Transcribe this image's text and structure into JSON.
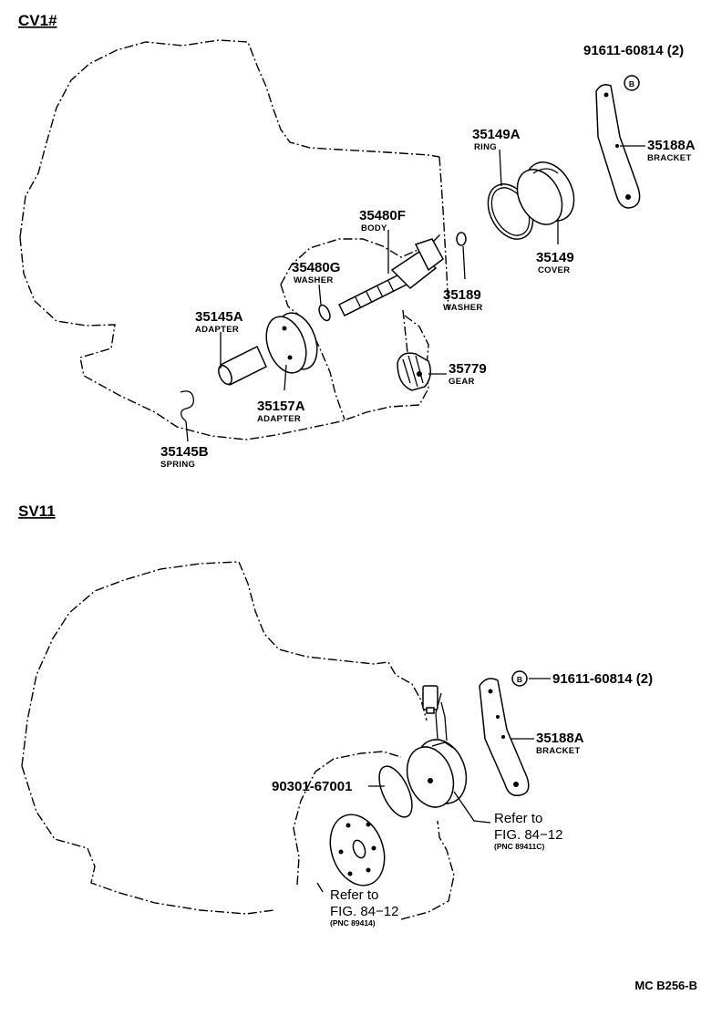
{
  "sections": {
    "cv1": {
      "title": "CV1#",
      "callouts": [
        {
          "part_no": "91611-60814 (2)",
          "name": ""
        },
        {
          "part_no": "35188A",
          "name": "BRACKET"
        },
        {
          "part_no": "35149A",
          "name": "RING"
        },
        {
          "part_no": "35149",
          "name": "COVER"
        },
        {
          "part_no": "35480F",
          "name": "BODY"
        },
        {
          "part_no": "35480G",
          "name": "WASHER"
        },
        {
          "part_no": "35189",
          "name": "WASHER"
        },
        {
          "part_no": "35145A",
          "name": "ADAPTER"
        },
        {
          "part_no": "35779",
          "name": "GEAR"
        },
        {
          "part_no": "35157A",
          "name": "ADAPTER"
        },
        {
          "part_no": "35145B",
          "name": "SPRING"
        }
      ],
      "bolt_marker": "B"
    },
    "sv11": {
      "title": "SV11",
      "callouts": [
        {
          "part_no": "91611-60814 (2)",
          "name": ""
        },
        {
          "part_no": "35188A",
          "name": "BRACKET"
        },
        {
          "part_no": "90301-67001",
          "name": ""
        }
      ],
      "bolt_marker": "B",
      "refs": [
        {
          "line1": "Refer to",
          "line2": "FIG. 84−12",
          "pnc": "(PNC 89411C)"
        },
        {
          "line1": "Refer to",
          "line2": "FIG. 84−12",
          "pnc": "(PNC 89414)"
        }
      ]
    }
  },
  "footer": {
    "code": "MC  B256-B"
  }
}
